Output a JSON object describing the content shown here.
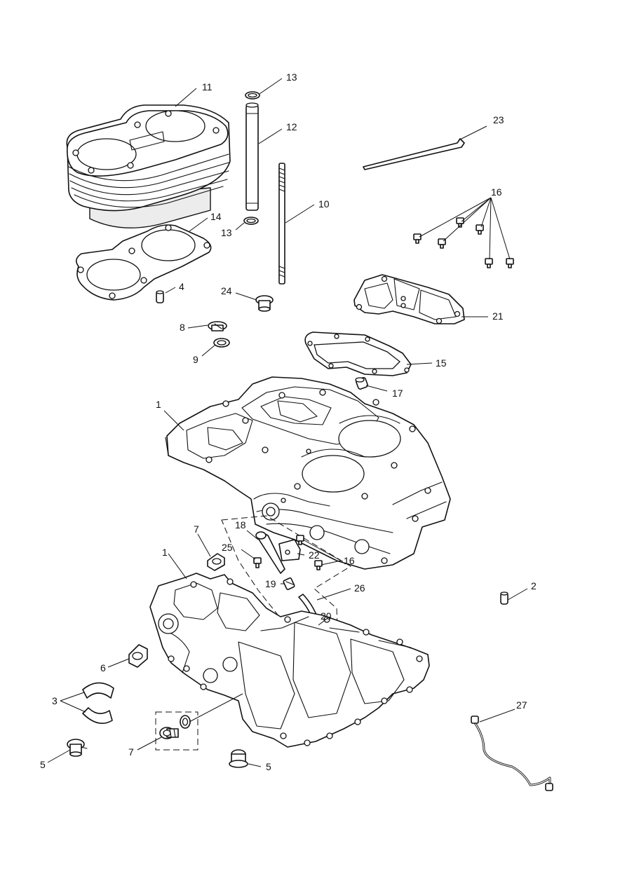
{
  "labels": {
    "l1a": "1",
    "l1b": "1",
    "l2": "2",
    "l3": "3",
    "l4": "4",
    "l5a": "5",
    "l5b": "5",
    "l6": "6",
    "l7a": "7",
    "l7b": "7",
    "l8": "8",
    "l9": "9",
    "l10": "10",
    "l11": "11",
    "l12": "12",
    "l13a": "13",
    "l13b": "13",
    "l14": "14",
    "l15": "15",
    "l16a": "16",
    "l16b": "16",
    "l17": "17",
    "l18": "18",
    "l19": "19",
    "l20": "20",
    "l21": "21",
    "l22": "22",
    "l23": "23",
    "l24": "24",
    "l25": "25",
    "l26": "26",
    "l27": "27"
  }
}
